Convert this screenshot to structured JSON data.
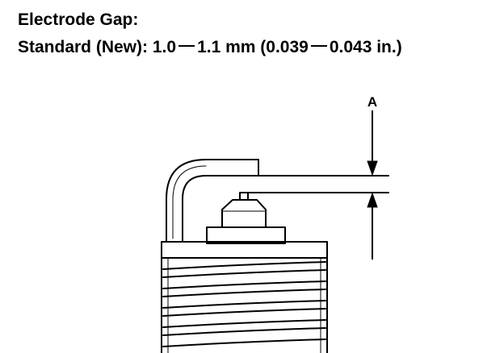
{
  "heading": "Electrode Gap:",
  "spec": {
    "label": "Standard (New):",
    "mm_min": "1.0",
    "mm_max": "1.1 mm",
    "in_open": "(0.039",
    "in_close": "0.043 in.)"
  },
  "callout_label": "A",
  "colors": {
    "ink": "#000000",
    "paper": "#ffffff"
  }
}
